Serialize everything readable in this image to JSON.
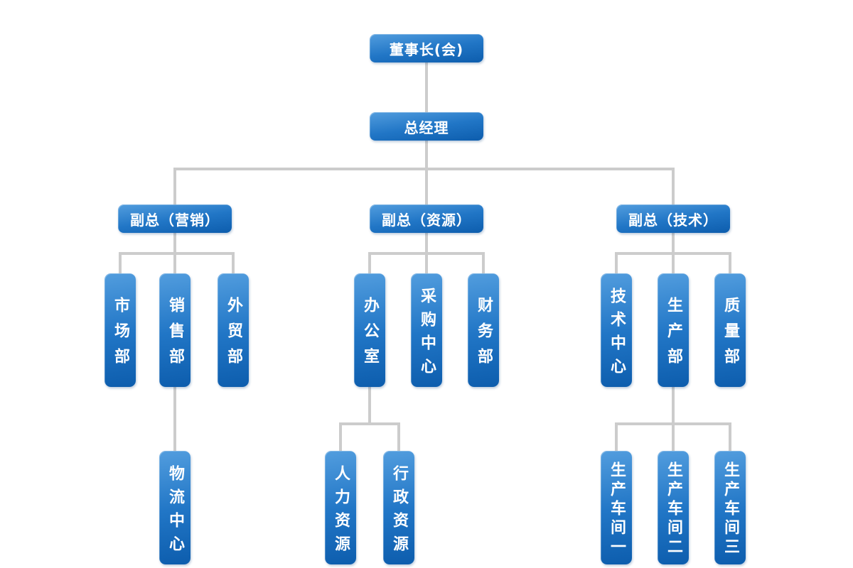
{
  "diagram_type": "org-chart",
  "colors": {
    "background": "#ffffff",
    "node_gradient_top": "#529dde",
    "node_gradient_mid": "#2176c6",
    "node_gradient_bottom": "#0d5dad",
    "node_text": "#ffffff",
    "connector": "#cccccc"
  },
  "tree": {
    "label": "董事长(会)",
    "children": [
      {
        "label": "总经理",
        "children": [
          {
            "label": "副总（营销）",
            "children": [
              {
                "label": "市场部",
                "children": []
              },
              {
                "label": "销售部",
                "children": [
                  {
                    "label": "物流中心",
                    "children": []
                  }
                ]
              },
              {
                "label": "外贸部",
                "children": []
              }
            ]
          },
          {
            "label": "副总（资源）",
            "children": [
              {
                "label": "办公室",
                "children": [
                  {
                    "label": "人力资源",
                    "children": []
                  },
                  {
                    "label": "行政资源",
                    "children": []
                  }
                ]
              },
              {
                "label": "采购中心",
                "children": []
              },
              {
                "label": "财务部",
                "children": []
              }
            ]
          },
          {
            "label": "副总（技术）",
            "children": [
              {
                "label": "技术中心",
                "children": []
              },
              {
                "label": "生产部",
                "children": [
                  {
                    "label": "生产车间一",
                    "children": []
                  },
                  {
                    "label": "生产车间二",
                    "children": []
                  },
                  {
                    "label": "生产车间三",
                    "children": []
                  }
                ]
              },
              {
                "label": "质量部",
                "children": []
              }
            ]
          }
        ]
      }
    ]
  }
}
